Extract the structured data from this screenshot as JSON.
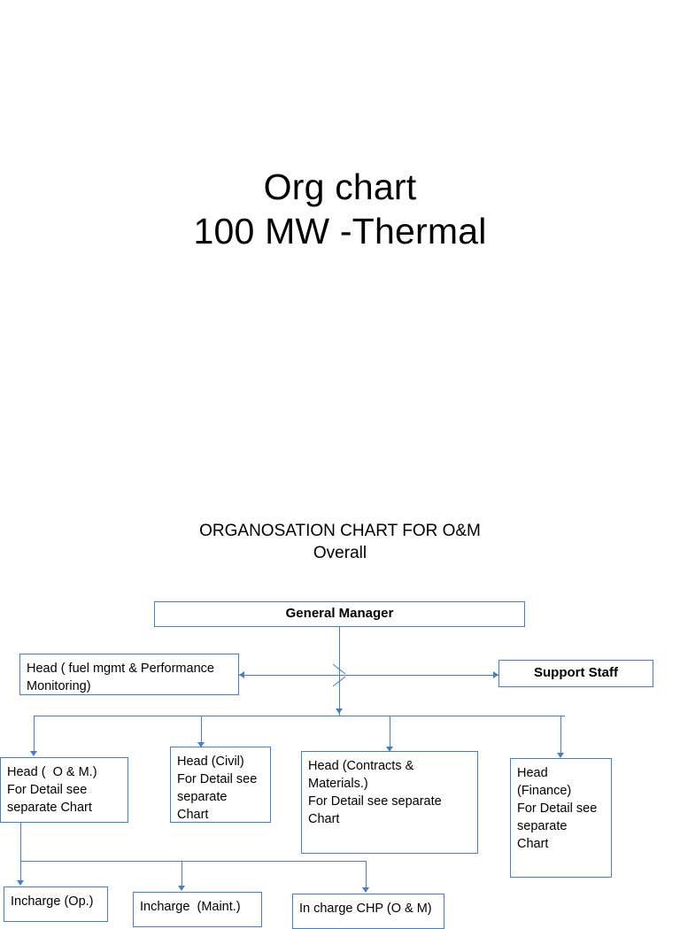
{
  "title": {
    "line1": "Org chart",
    "line2": "100 MW -Thermal"
  },
  "chart_heading": {
    "line1": "ORGANOSATION CHART FOR O&M",
    "line2": "Overall"
  },
  "colors": {
    "box_border": "#4a7ebb",
    "connector": "#4a7ebb",
    "text": "#000000",
    "background": "#ffffff"
  },
  "nodes": {
    "general_manager": {
      "label": "General Manager"
    },
    "fuel_mgmt": {
      "line1": "Head ( fuel mgmt & Performance",
      "line2": "Monitoring)"
    },
    "support_staff": {
      "label": "Support Staff"
    },
    "head_om": {
      "line1": "Head (  O & M.)",
      "line2": "For Detail see",
      "line3": "separate Chart"
    },
    "head_civil": {
      "line1": "Head (Civil)",
      "line2": "For Detail see",
      "line3": "separate",
      "line4": "Chart"
    },
    "head_contracts": {
      "line1": "Head (Contracts &",
      "line2": "Materials.)",
      "line3": "For Detail see separate",
      "line4": "Chart"
    },
    "head_finance": {
      "line1": "Head",
      "line2": "(Finance)",
      "line3": "For Detail see",
      "line4": "separate",
      "line5": "Chart"
    },
    "incharge_op": {
      "label": "Incharge (Op.)"
    },
    "incharge_maint": {
      "label": "Incharge  (Maint.)"
    },
    "incharge_chp": {
      "label": "In charge CHP (O & M)"
    }
  }
}
